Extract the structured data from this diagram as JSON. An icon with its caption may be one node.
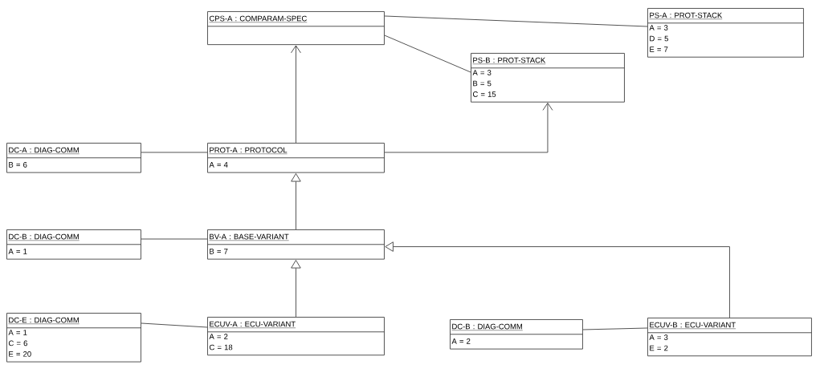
{
  "diagram": {
    "nodes": [
      {
        "text": [
          "CPS-A : COMPARAM-SPEC"
        ]
      },
      {
        "text": [
          "PS-A : PROT-STACK",
          "A = 3",
          "D = 5",
          "E = 7"
        ]
      },
      {
        "text": [
          "PS-B : PROT-STACK",
          "A = 3",
          "B = 5",
          "C = 15"
        ]
      },
      {
        "text": [
          "DC-A : DIAG-COMM",
          "B = 6"
        ]
      },
      {
        "text": [
          "PROT-A : PROTOCOL",
          "A = 4"
        ]
      },
      {
        "text": [
          "DC-B : DIAG-COMM",
          "A = 1"
        ]
      },
      {
        "text": [
          "BV-A : BASE-VARIANT",
          "B = 7"
        ]
      },
      {
        "text": [
          "DC-E : DIAG-COMM",
          "A = 1",
          "C = 6",
          "E = 20"
        ]
      },
      {
        "text": [
          "ECUV-A : ECU-VARIANT",
          "A = 2",
          "C = 18"
        ]
      },
      {
        "text": [
          "DC-B : DIAG-COMM",
          "A = 2"
        ]
      },
      {
        "text": [
          "ECUV-B : ECU-VARIANT",
          "A = 3",
          "E = 2"
        ]
      }
    ],
    "edges": [
      {
        "from": 0,
        "to": 1,
        "arrow": "none"
      },
      {
        "from": 0,
        "to": 2,
        "arrow": "none"
      },
      {
        "from": 4,
        "to": 0,
        "arrow": "to"
      },
      {
        "from": 4,
        "to": 2,
        "arrow": "to"
      },
      {
        "from": 3,
        "to": 4,
        "arrow": "none"
      },
      {
        "from": 6,
        "to": 4,
        "arrow": "to"
      },
      {
        "from": 5,
        "to": 6,
        "arrow": "none"
      },
      {
        "from": 8,
        "to": 6,
        "arrow": "to"
      },
      {
        "from": 10,
        "to": 6,
        "arrow": "to"
      },
      {
        "from": 7,
        "to": 8,
        "arrow": "none"
      },
      {
        "from": 9,
        "to": 10,
        "arrow": "none"
      }
    ]
  }
}
